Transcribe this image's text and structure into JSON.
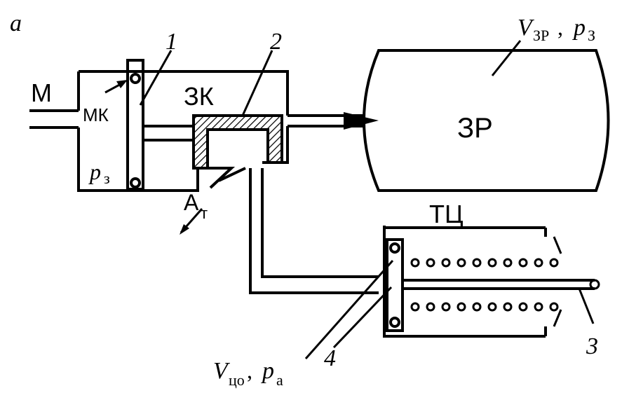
{
  "figure": {
    "panel_letter": "a",
    "labels": {
      "m": "М",
      "mk": "МК",
      "zk": "ЗК",
      "zr": "ЗР",
      "tc": "ТЦ",
      "num1": "1",
      "num2": "2",
      "num3": "3",
      "num4": "4",
      "pz_main": "p",
      "pz_sub": "з",
      "at_main": "А",
      "at_sub": "т",
      "vzr_v": "V",
      "vzr_sub": "ЗР",
      "vzr_sep": ", ",
      "vzr_p": "p",
      "vzr_psub": "З",
      "vco_v": "V",
      "vco_sub": "цо",
      "vco_sep": ", ",
      "vco_p": "p",
      "vco_psub": "а"
    }
  }
}
